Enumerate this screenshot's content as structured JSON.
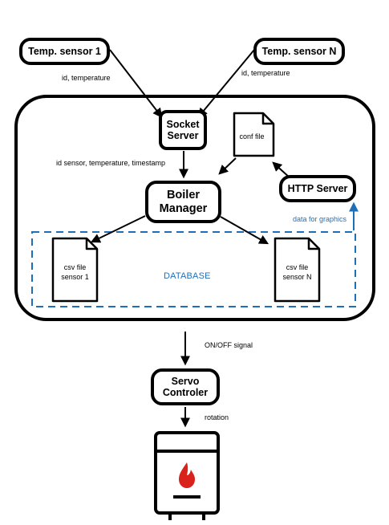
{
  "nodes": {
    "sensor1": "Temp. sensor 1",
    "sensorN": "Temp. sensor N",
    "socket_line1": "Socket",
    "socket_line2": "Server",
    "boiler_line1": "Boiler",
    "boiler_line2": "Manager",
    "http": "HTTP Server",
    "servo_line1": "Servo",
    "servo_line2": "Controler"
  },
  "documents": {
    "conf": "conf file",
    "csv1_line1": "csv file",
    "csv1_line2": "sensor 1",
    "csvN_line1": "csv file",
    "csvN_line2": "sensor N"
  },
  "edge_labels": {
    "sensor1_to_socket": "id, temperature",
    "sensorN_to_socket": "id, temperature",
    "socket_to_boiler": "id sensor, temperature, timestamp",
    "database_to_http": "data for graphics",
    "system_to_servo": "ON/OFF signal",
    "servo_to_boiler": "rotation"
  },
  "database_title": "DATABASE",
  "colors": {
    "stroke": "#000000",
    "accent_blue": "#1f6fb8",
    "flame_red": "#d9221c"
  },
  "icons": [
    "document-icon",
    "boiler-icon",
    "flame-icon"
  ]
}
